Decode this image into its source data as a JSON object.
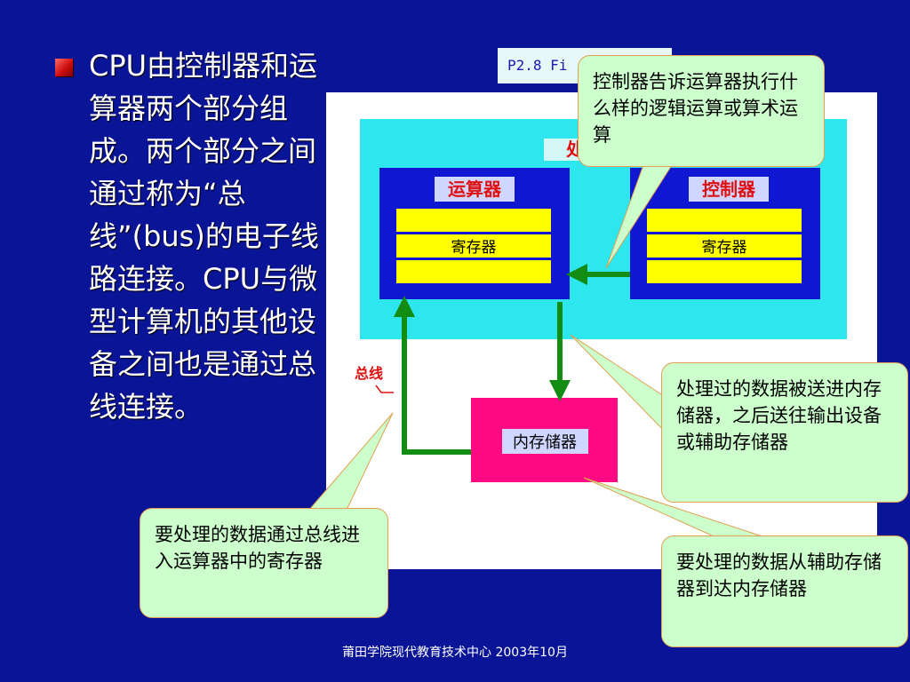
{
  "slide": {
    "bullet_text": "CPU由控制器和运算器两个部分组成。两个部分之间通过称为“总线”(bus)的电子线路连接。CPU与微型计算机的其他设备之间也是通过总线连接。",
    "page_ref": "P2.8 Fi",
    "footer": "莆田学院现代教育技术中心 2003年10月"
  },
  "diagram": {
    "cpu_label": "处",
    "alu_label": "运算器",
    "control_label": "控制器",
    "register_label": "寄存器",
    "memory_label": "内存储器",
    "bus_label": "总线",
    "colors": {
      "cpu_area": "#2ee6ee",
      "unit_box": "#0f18d0",
      "register": "#ffff00",
      "memory": "#ff0a82",
      "arrow": "#128c12",
      "label_bg": "#cfd6ff"
    }
  },
  "callouts": {
    "control": "控制器告诉运算器执行什么样的逻辑运算或算术运算",
    "processed": "处理过的数据被送进内存储器，之后送往输出设备或辅助存储器",
    "input": "要处理的数据通过总线进入运算器中的寄存器",
    "aux": "要处理的数据从辅助存储器到达内存储器"
  }
}
